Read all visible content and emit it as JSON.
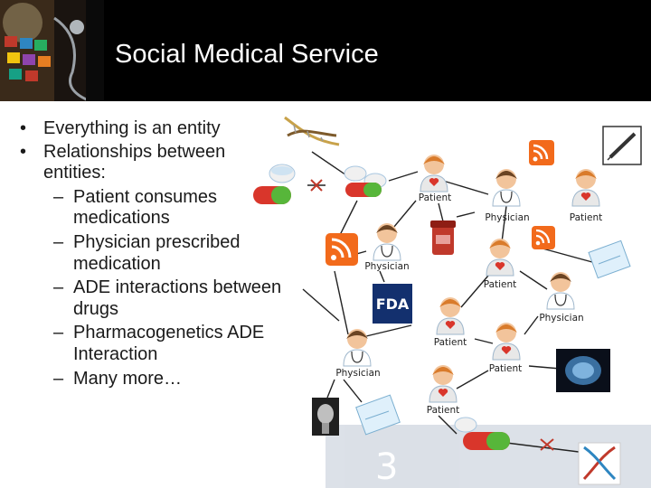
{
  "slide": {
    "title": "Social Medical Service",
    "bullets": [
      {
        "marker": "•",
        "text": "Everything is an entity",
        "sub": []
      },
      {
        "marker": "•",
        "text": "Relationships between entities:",
        "sub": [
          {
            "marker": "–",
            "text": "Patient consumes medications"
          },
          {
            "marker": "–",
            "text": "Physician prescribed medication"
          },
          {
            "marker": "–",
            "text": "ADE interactions between drugs"
          },
          {
            "marker": "–",
            "text": "Pharmacogenetics ADE Interaction"
          },
          {
            "marker": "–",
            "text": "Many more…"
          }
        ]
      }
    ]
  },
  "diagram": {
    "nodes": [
      {
        "id": "p1",
        "kind": "patient-icon",
        "label": "Patient"
      },
      {
        "id": "ph1",
        "kind": "physician-icon",
        "label": "Physician"
      },
      {
        "id": "p2",
        "kind": "patient-icon",
        "label": "Patient"
      },
      {
        "id": "ph2",
        "kind": "physician-icon",
        "label": "Physician"
      },
      {
        "id": "p3",
        "kind": "patient-icon",
        "label": "Patient"
      },
      {
        "id": "ph3",
        "kind": "physician-icon",
        "label": "Physician"
      },
      {
        "id": "p4",
        "kind": "patient-icon",
        "label": "Patient"
      },
      {
        "id": "ph4",
        "kind": "physician-icon",
        "label": "Physician"
      },
      {
        "id": "p5",
        "kind": "patient-icon",
        "label": "Patient"
      },
      {
        "id": "p6",
        "kind": "patient-icon",
        "label": "Patient"
      },
      {
        "id": "fda",
        "kind": "fda-logo-icon",
        "label": "FDA"
      }
    ],
    "colors": {
      "patient_coat": "#e8e8e8",
      "physician_coat": "#ffffff",
      "rss": "#f26a1b",
      "pill_red": "#d9362b",
      "pill_green": "#57b63a",
      "fda_blue": "#13306e",
      "edge": "#222222"
    }
  }
}
